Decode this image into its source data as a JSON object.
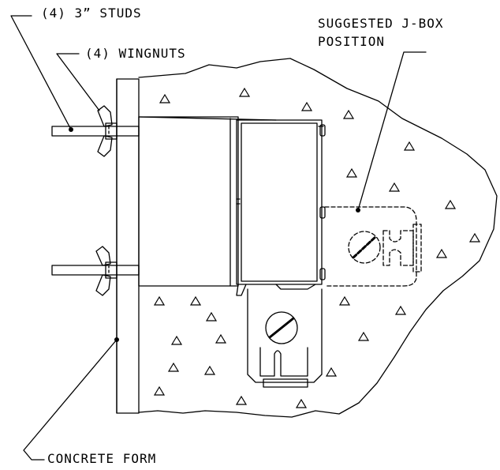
{
  "labels": {
    "studs": "(4) 3” STUDS",
    "wingnuts": "(4) WINGNUTS",
    "jbox_line1": "SUGGESTED J-BOX",
    "jbox_line2": "POSITION",
    "concrete_form": "CONCRETE FORM"
  },
  "colors": {
    "line": "#000000",
    "background": "#ffffff"
  }
}
